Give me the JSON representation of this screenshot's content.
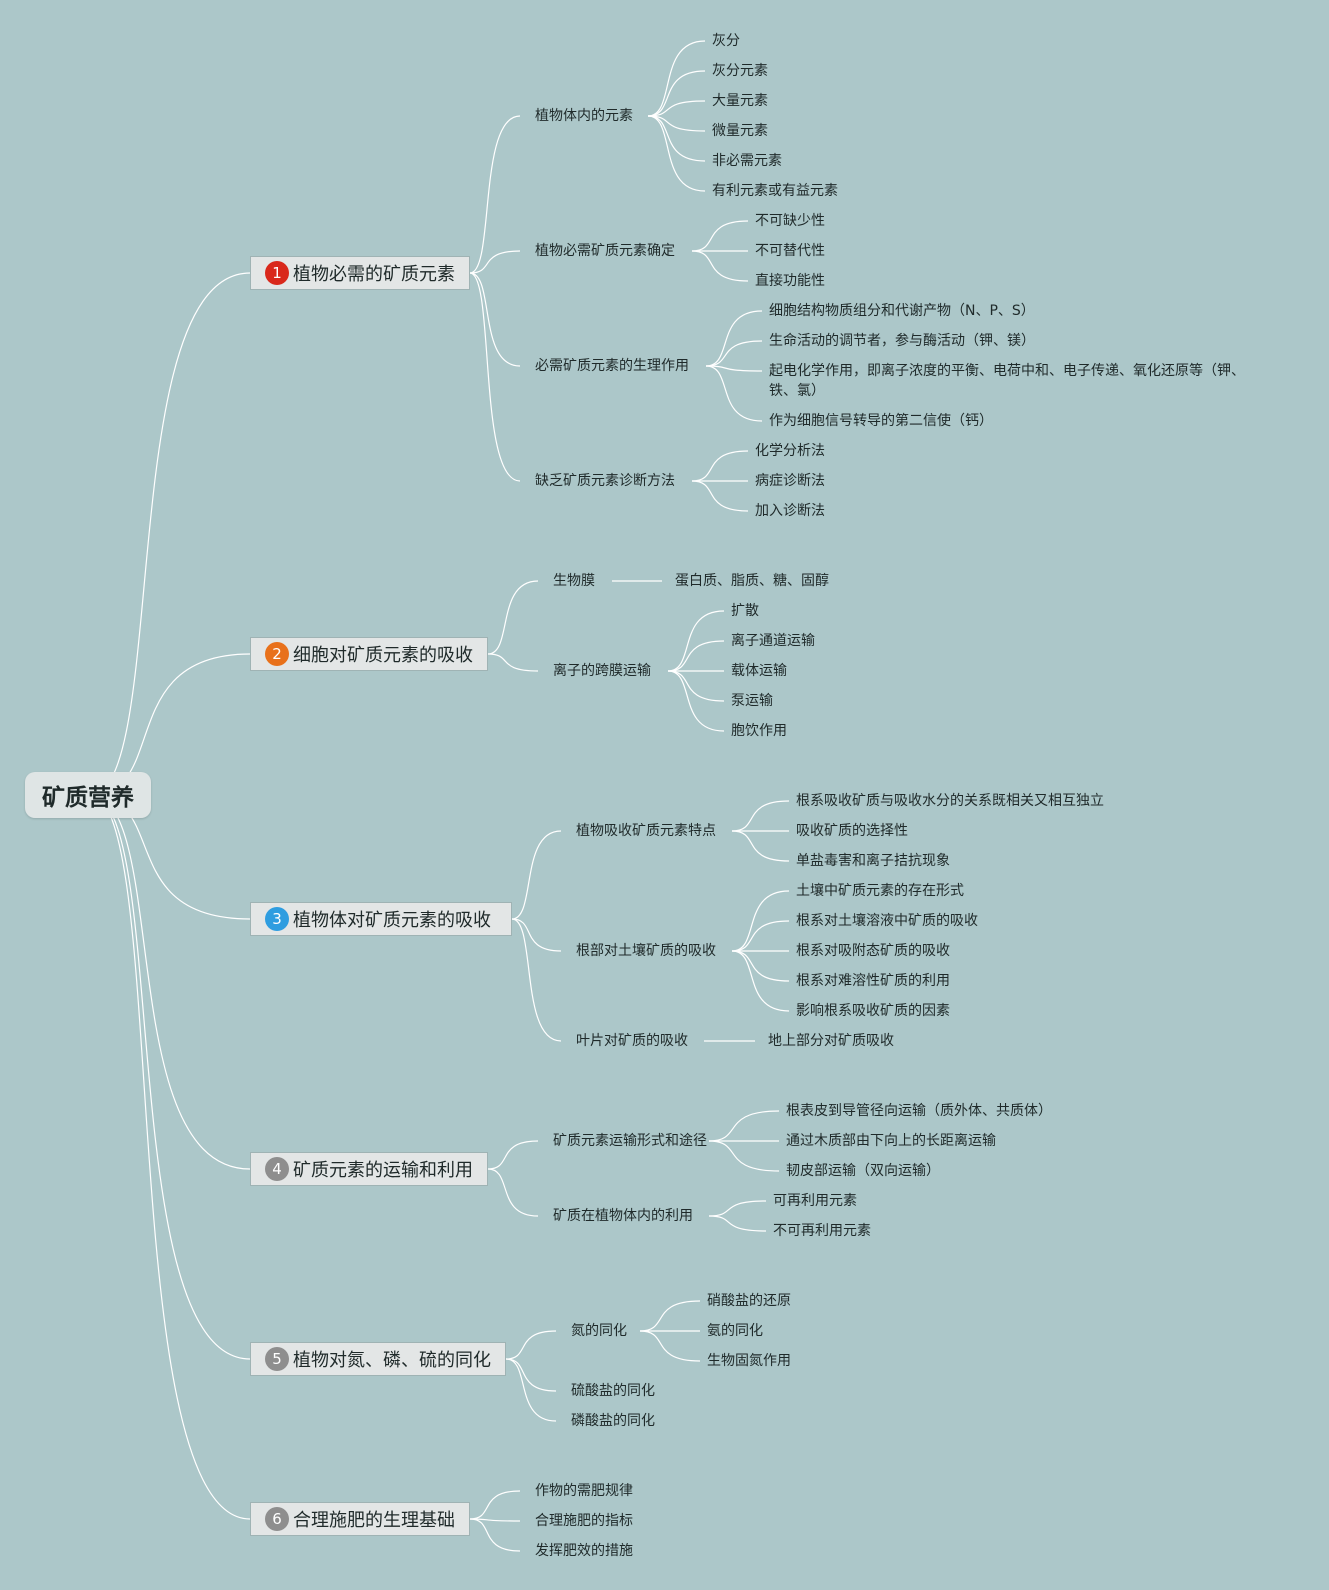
{
  "root": "矿质营养",
  "colors": {
    "background": "#acc7c9",
    "line": "#ffffff",
    "b1": "#d9281b",
    "b2": "#e8711b",
    "b3": "#2e9de0",
    "b_gray": "#8e8e8e"
  },
  "b1": {
    "num": "1",
    "label": "植物必需的矿质元素",
    "c1": {
      "label": "植物体内的元素",
      "items": [
        "灰分",
        "灰分元素",
        "大量元素",
        "微量元素",
        "非必需元素",
        "有利元素或有益元素"
      ]
    },
    "c2": {
      "label": "植物必需矿质元素确定",
      "items": [
        "不可缺少性",
        "不可替代性",
        "直接功能性"
      ]
    },
    "c3": {
      "label": "必需矿质元素的生理作用",
      "items": [
        "细胞结构物质组分和代谢产物（N、P、S）",
        "生命活动的调节者，参与酶活动（钾、镁）",
        "起电化学作用，即离子浓度的平衡、电荷中和、电子传递、氧化还原等（钾、铁、氯）",
        "作为细胞信号转导的第二信使（钙）"
      ]
    },
    "c4": {
      "label": "缺乏矿质元素诊断方法",
      "items": [
        "化学分析法",
        "病症诊断法",
        "加入诊断法"
      ]
    }
  },
  "b2": {
    "num": "2",
    "label": "细胞对矿质元素的吸收",
    "c1": {
      "label": "生物膜",
      "items": [
        "蛋白质、脂质、糖、固醇"
      ]
    },
    "c2": {
      "label": "离子的跨膜运输",
      "items": [
        "扩散",
        "离子通道运输",
        "载体运输",
        "泵运输",
        "胞饮作用"
      ]
    }
  },
  "b3": {
    "num": "3",
    "label": "植物体对矿质元素的吸收",
    "c1": {
      "label": "植物吸收矿质元素特点",
      "items": [
        "根系吸收矿质与吸收水分的关系既相关又相互独立",
        "吸收矿质的选择性",
        "单盐毒害和离子拮抗现象"
      ]
    },
    "c2": {
      "label": "根部对土壤矿质的吸收",
      "items": [
        "土壤中矿质元素的存在形式",
        "根系对土壤溶液中矿质的吸收",
        "根系对吸附态矿质的吸收",
        "根系对难溶性矿质的利用",
        "影响根系吸收矿质的因素"
      ]
    },
    "c3": {
      "label": "叶片对矿质的吸收",
      "items": [
        "地上部分对矿质吸收"
      ]
    }
  },
  "b4": {
    "num": "4",
    "label": "矿质元素的运输和利用",
    "c1": {
      "label": "矿质元素运输形式和途径",
      "items": [
        "根表皮到导管径向运输（质外体、共质体）",
        "通过木质部由下向上的长距离运输",
        "韧皮部运输（双向运输）"
      ]
    },
    "c2": {
      "label": "矿质在植物体内的利用",
      "items": [
        "可再利用元素",
        "不可再利用元素"
      ]
    }
  },
  "b5": {
    "num": "5",
    "label": "植物对氮、磷、硫的同化",
    "c1": {
      "label": "氮的同化",
      "items": [
        "硝酸盐的还原",
        "氨的同化",
        "生物固氮作用"
      ]
    },
    "c2": {
      "label": "硫酸盐的同化"
    },
    "c3": {
      "label": "磷酸盐的同化"
    }
  },
  "b6": {
    "num": "6",
    "label": "合理施肥的生理基础",
    "c1": {
      "label": "作物的需肥规律"
    },
    "c2": {
      "label": "合理施肥的指标"
    },
    "c3": {
      "label": "发挥肥效的措施"
    }
  }
}
